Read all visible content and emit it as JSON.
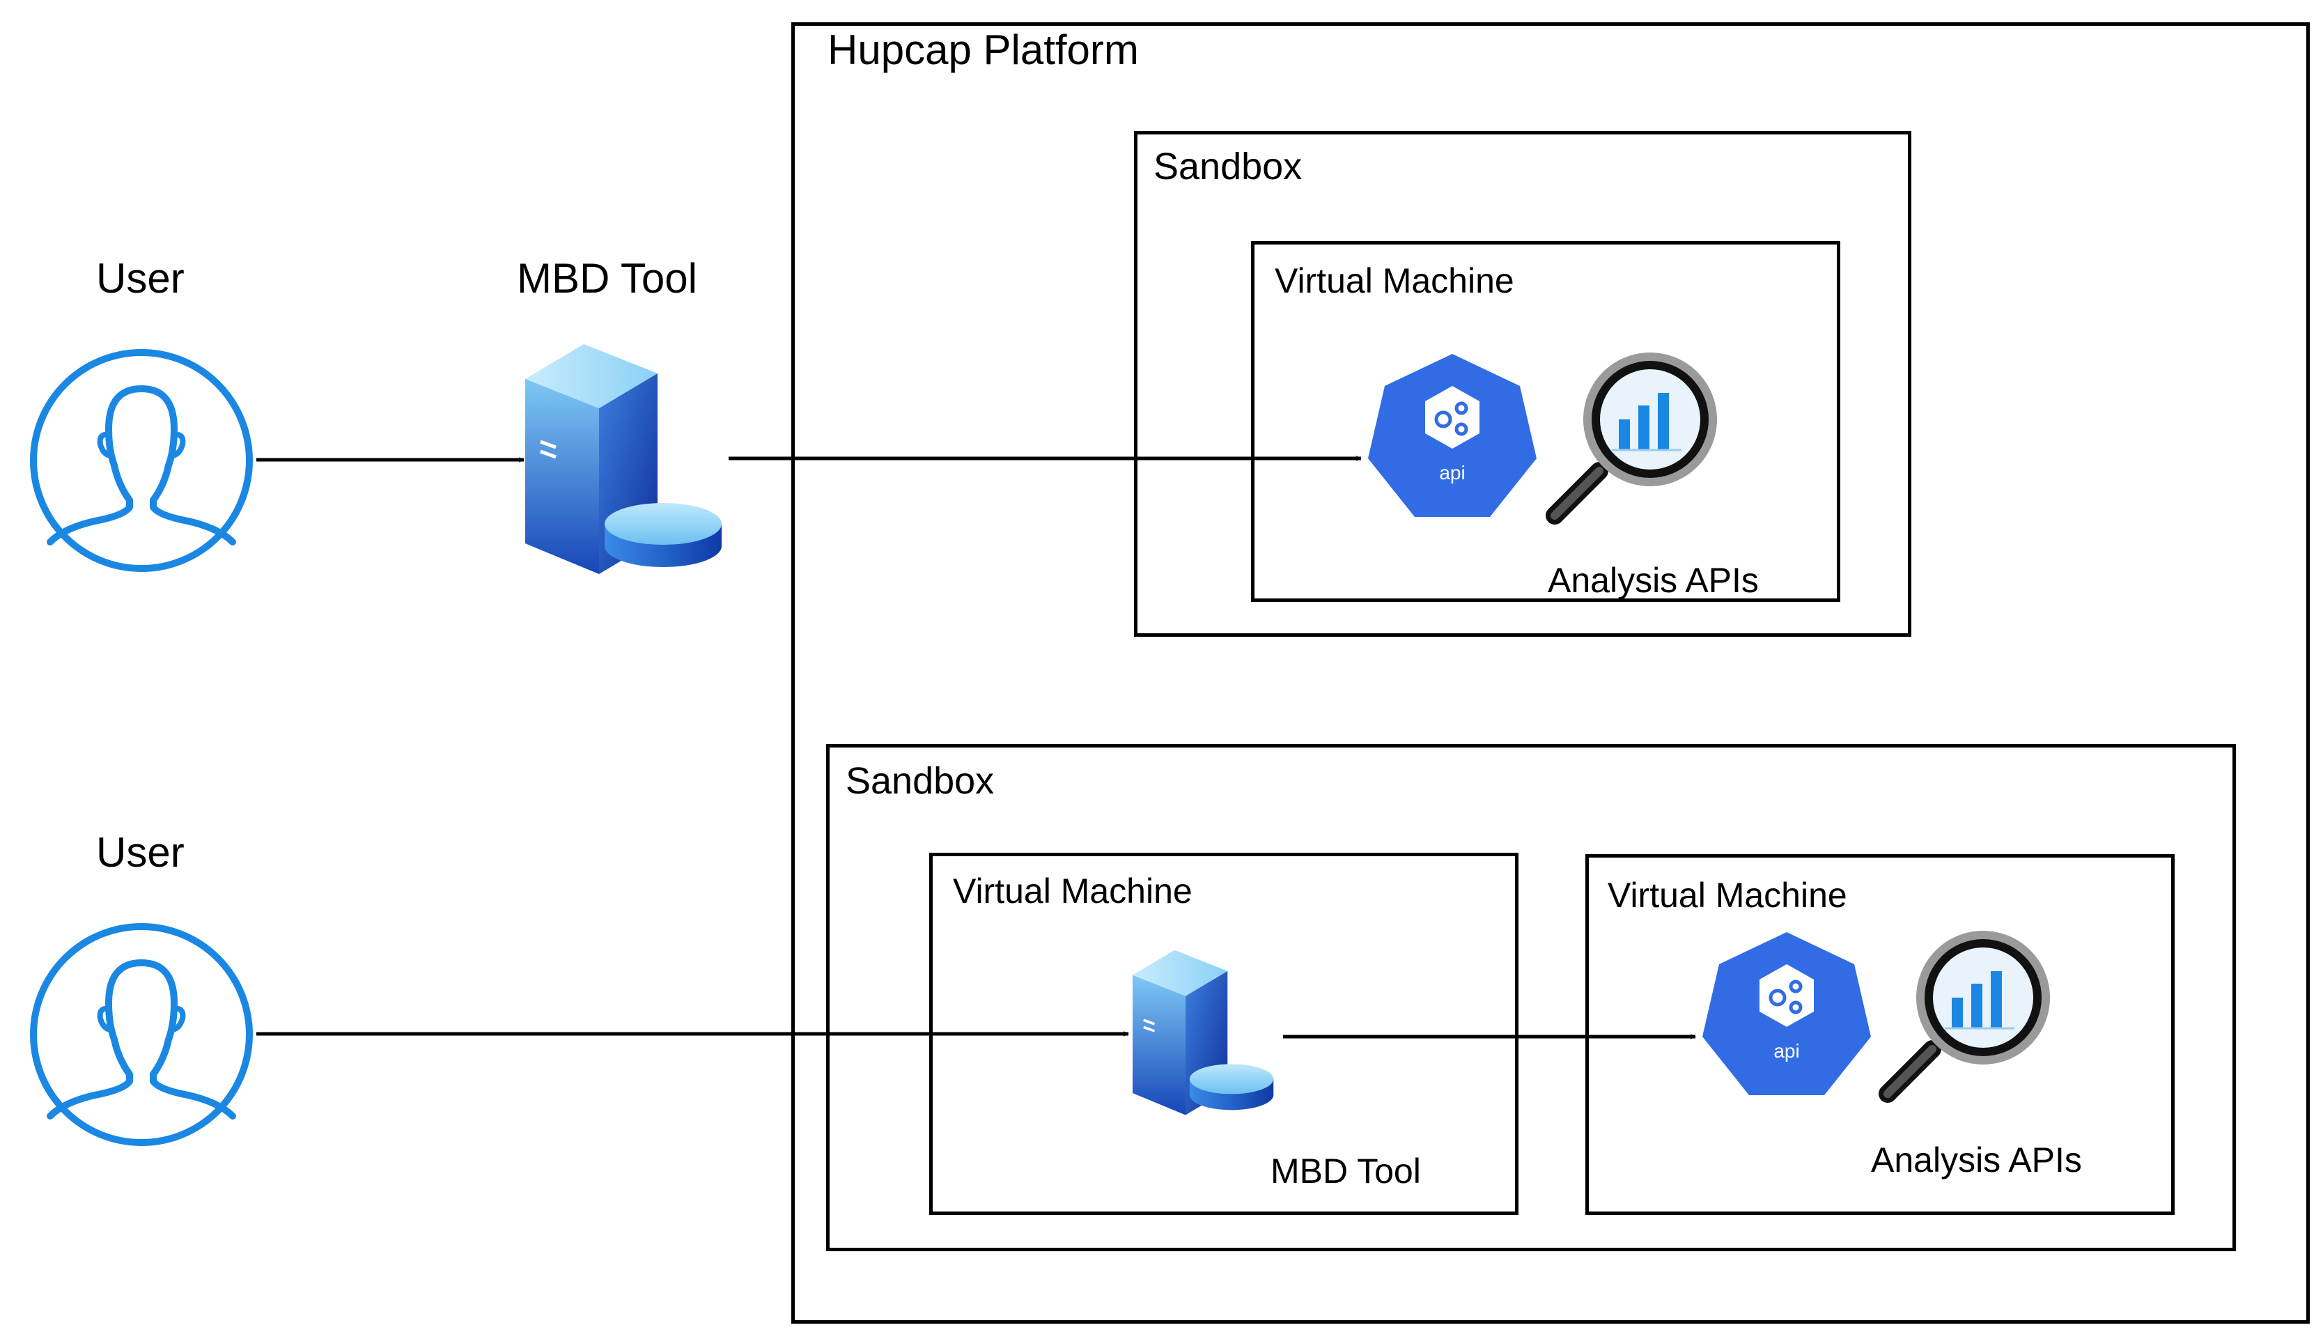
{
  "users": [
    {
      "label": "User",
      "icon": "user-avatar-icon"
    },
    {
      "label": "User",
      "icon": "user-avatar-icon"
    }
  ],
  "external_tool": {
    "label": "MBD Tool",
    "icon": "server-icon"
  },
  "platform": {
    "title": "Hupcap Platform",
    "sandboxes": [
      {
        "title": "Sandbox",
        "vms": [
          {
            "title": "Virtual Machine",
            "caption": "Analysis APIs",
            "icons": [
              "api-icon",
              "analytics-magnifier-icon"
            ]
          }
        ]
      },
      {
        "title": "Sandbox",
        "vms": [
          {
            "title": "Virtual Machine",
            "caption": "MBD Tool",
            "icons": [
              "server-icon"
            ]
          },
          {
            "title": "Virtual Machine",
            "caption": "Analysis APIs",
            "icons": [
              "api-icon",
              "analytics-magnifier-icon"
            ]
          }
        ]
      }
    ]
  },
  "colors": {
    "user_stroke": "#1a87e3",
    "api_blue": "#326ce5",
    "server_light": "#8fd3f7",
    "server_dark": "#1d4fbf",
    "line": "#000000"
  }
}
